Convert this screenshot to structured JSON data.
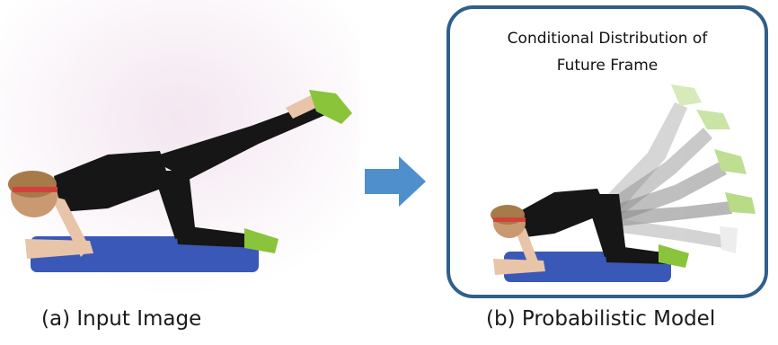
{
  "panel_a": {
    "caption": "(a) Input Image"
  },
  "panel_b": {
    "title_line1": "Conditional Distribution of",
    "title_line2": "Future Frame",
    "caption": "(b) Probabilistic Model"
  },
  "colors": {
    "frame_border": "#2f5f8a",
    "arrow": "#4f8fcc",
    "mat": "#3a58b8",
    "shoe": "#8ac43a"
  },
  "icons": {
    "arrow": "right-arrow-icon"
  }
}
